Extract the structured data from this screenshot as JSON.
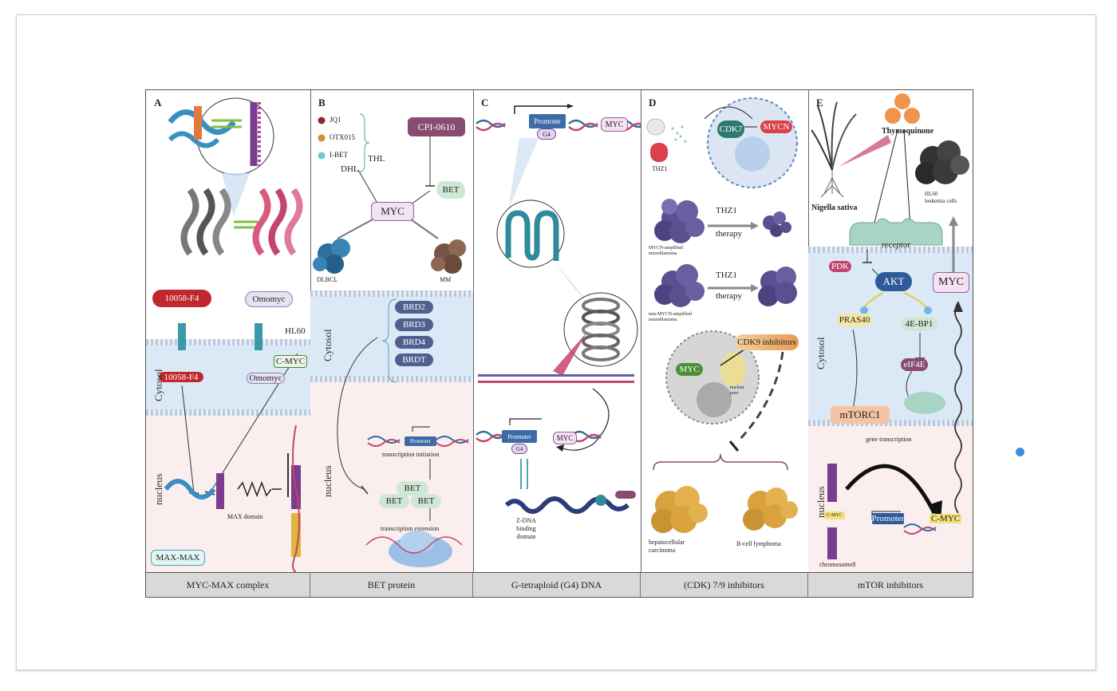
{
  "panels": {
    "a": {
      "letter": "A",
      "drug1": "10058-F4",
      "drug2": "Omomyc",
      "cell": "HL60",
      "cmyc": "C-MYC",
      "cytosol": "Cytosol",
      "nucleus": "nucleus",
      "drug1_small": "10058-F4",
      "drug2_small": "Omomyc",
      "maxmax": "MAX-MAX",
      "max_domain": "MAX domain",
      "caption": "MYC-MAX complex"
    },
    "b": {
      "letter": "B",
      "legend": [
        "JQ1",
        "OTX015",
        "I-BET"
      ],
      "legend_colors": [
        "#8e2a2f",
        "#d98a2b",
        "#6fc7cf"
      ],
      "cpi": "CPI-0610",
      "dhl": "DHL",
      "thl": "THL",
      "bet": "BET",
      "myc": "MYC",
      "dlbcl": "DLBCL",
      "mm": "MM",
      "brd": [
        "BRD2",
        "BRD3",
        "BRD4",
        "BRDT"
      ],
      "cytosol": "Cytosol",
      "nucleus": "nucleus",
      "promoter": "Promoter",
      "init": "transcription initiation",
      "bet_group": [
        "BET",
        "BET",
        "BET"
      ],
      "elong": "transcription extension",
      "caption": "BET protein"
    },
    "c": {
      "letter": "C",
      "promoter": "Promoter",
      "g4": "G4",
      "myc": "MYC",
      "promoter2": "Promoter",
      "g4b": "G4",
      "myc2": "MYC",
      "zdna": "Z-DNA\nbinding\ndomain",
      "caption": "G-tetraploid (G4) DNA"
    },
    "d": {
      "letter": "D",
      "thz1": "THZ1",
      "cdk7": "CDK7",
      "mycn": "MYCN",
      "thz1_a": "THZ1",
      "therapy_a": "therapy",
      "amp": "MYCN-amplified\nneuroblastoma",
      "thz1_b": "THZ1",
      "therapy_b": "therapy",
      "nonamp": "non-MYCN-amplified\nneuroblastoma",
      "cdk9": "CDK9 inhibitors",
      "myc": "MYC",
      "nuclear_pore": "nuclear\npore",
      "hcc": "hepatocellular\ncarcinoma",
      "bcl": "B-cell lymphoma",
      "caption": "(CDK) 7/9 inhibitors"
    },
    "e": {
      "letter": "E",
      "thymo": "Thymoquinone",
      "nigella": "Nigella sativa",
      "hl60": "HL60\nleukemia cells",
      "receptor": "receptor",
      "pdk": "PDK",
      "akt": "AKT",
      "myc": "MYC",
      "pras40": "PRAS40",
      "ebp1": "4E-BP1",
      "eif4e": "eIF4E",
      "mtorc1": "mTORC1",
      "cytosol": "Cytosol",
      "nucleus": "nucleus",
      "gene_tx": "gene transcription",
      "cmyc_chr": "C-MYC",
      "chromosome": "chromosome8",
      "promoter": "Promoter",
      "cmyc": "C-MYC",
      "caption": "mTOR inhibitors"
    }
  }
}
